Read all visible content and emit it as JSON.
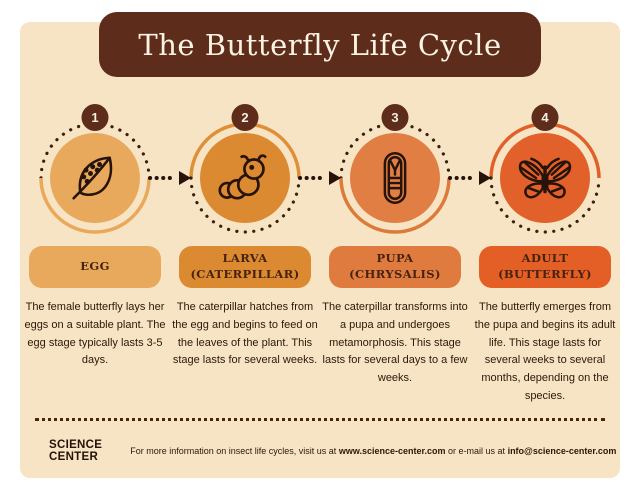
{
  "title": "The Butterfly Life Cycle",
  "colors": {
    "background": "#FFFFFF",
    "panel": "#F7E4C4",
    "banner": "#5E2C1B",
    "badge": "#5E2C1B",
    "dot": "#3A1F10",
    "icon_stroke": "#26130A",
    "label_text": "#47220E",
    "body_text": "#2D1708",
    "title_text": "#FAF3E3"
  },
  "stages": [
    {
      "number": "1",
      "label": "EGG",
      "description": "The female butterfly lays her eggs on a suitable plant. The egg stage typically lasts 3-5 days.",
      "icon": "egg-leaf-icon",
      "circle_color": "#E9A95D",
      "arc_color": "#E9A85A",
      "box_color": "#E8A95C"
    },
    {
      "number": "2",
      "label": "LARVA (CATERPILLAR)",
      "description": "The caterpillar hatches from the egg and begins to feed on the leaves of the plant. This stage lasts for several weeks.",
      "icon": "caterpillar-icon",
      "circle_color": "#DC8A31",
      "arc_color": "#DF8F38",
      "box_color": "#DC8A31"
    },
    {
      "number": "3",
      "label": "PUPA (CHRYSALIS)",
      "description": "The caterpillar transforms into a pupa and undergoes metamorphosis. This stage lasts for several days to a few weeks.",
      "icon": "chrysalis-icon",
      "circle_color": "#E07E44",
      "arc_color": "#DC7A38",
      "box_color": "#E07B40"
    },
    {
      "number": "4",
      "label": "ADULT (BUTTERFLY)",
      "description": "The butterfly emerges from the pupa and begins its adult life. This stage lasts for several weeks to several months, depending on the species.",
      "icon": "butterfly-icon",
      "circle_color": "#E2602A",
      "arc_color": "#E06028",
      "box_color": "#E35F25"
    }
  ],
  "footer": {
    "brand": "SCIENCE CENTER",
    "info_prefix": "For more information on insect life cycles, visit us at ",
    "website": "www.science-center.com",
    "info_middle": " or e-mail us at ",
    "email": "info@science-center.com"
  }
}
